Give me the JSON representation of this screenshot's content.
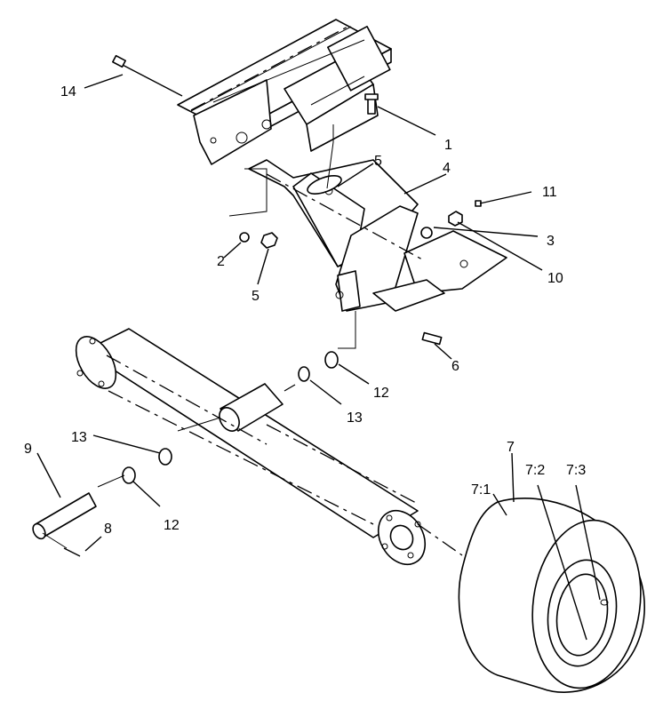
{
  "diagram": {
    "callouts": [
      {
        "id": "c14",
        "text": "14"
      },
      {
        "id": "c1",
        "text": "1"
      },
      {
        "id": "c5a",
        "text": "5"
      },
      {
        "id": "c4",
        "text": "4"
      },
      {
        "id": "c11",
        "text": "11"
      },
      {
        "id": "c3",
        "text": "3"
      },
      {
        "id": "c10",
        "text": "10"
      },
      {
        "id": "c2",
        "text": "2"
      },
      {
        "id": "c5b",
        "text": "5"
      },
      {
        "id": "c6",
        "text": "6"
      },
      {
        "id": "c12a",
        "text": "12"
      },
      {
        "id": "c13a",
        "text": "13"
      },
      {
        "id": "c13b",
        "text": "13"
      },
      {
        "id": "c9",
        "text": "9"
      },
      {
        "id": "c12b",
        "text": "12"
      },
      {
        "id": "c8",
        "text": "8"
      },
      {
        "id": "c7",
        "text": "7"
      },
      {
        "id": "c7_1",
        "text": "7:1"
      },
      {
        "id": "c7_2",
        "text": "7:2"
      },
      {
        "id": "c7_3",
        "text": "7:3"
      }
    ]
  }
}
